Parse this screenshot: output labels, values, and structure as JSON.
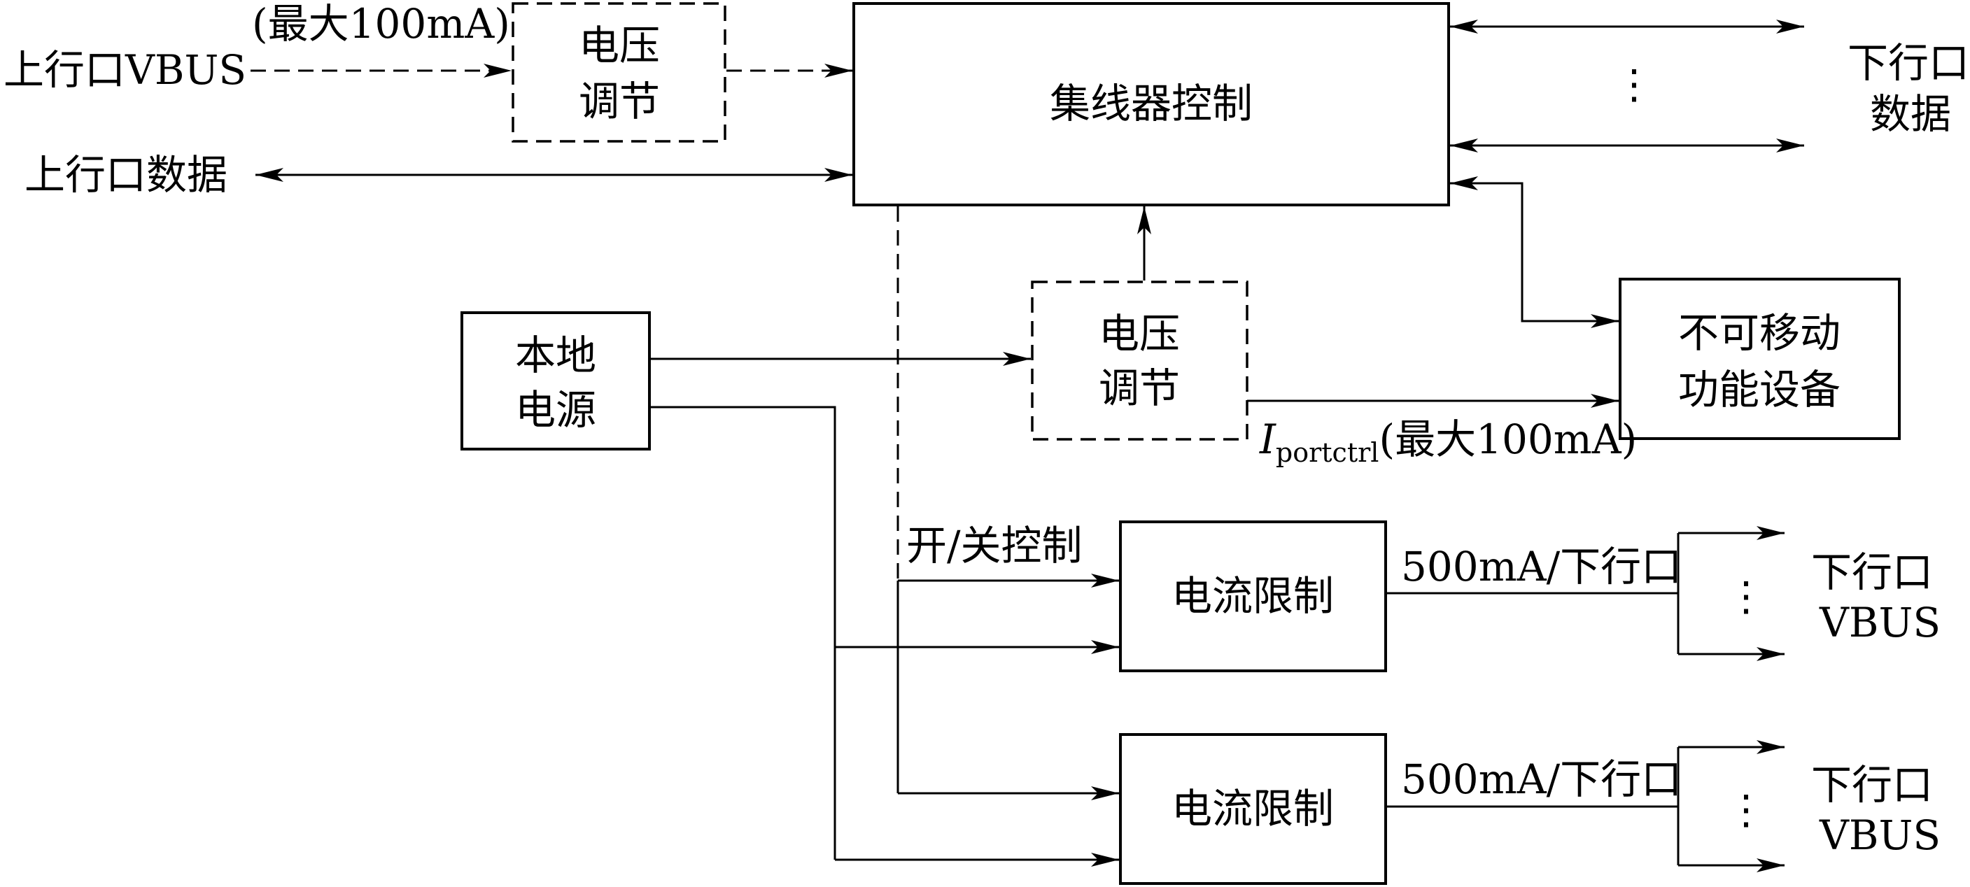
{
  "blocks": {
    "hub_control": "集线器控制",
    "vreg_upstream_l1": "电压",
    "vreg_upstream_l2": "调节",
    "vreg_local_l1": "电压",
    "vreg_local_l2": "调节",
    "local_power_l1": "本地",
    "local_power_l2": "电源",
    "fixed_device_l1": "不可移动",
    "fixed_device_l2": "功能设备",
    "current_limit_1": "电流限制",
    "current_limit_2": "电流限制"
  },
  "labels": {
    "max_100ma_top": "(最大100mA)",
    "upstream_vbus": "上行口VBUS",
    "upstream_data": "上行口数据",
    "downstream_data_l1": "下行口",
    "downstream_data_l2": "数据",
    "iportctrl_symbol": "I",
    "iportctrl_sub": "portctrl",
    "iportctrl_rest": "(最大100mA)",
    "onoff_control": "开/关控制",
    "limit_500ma_1": "500mA/下行口",
    "limit_500ma_2": "500mA/下行口",
    "downstream_vbus1_l1": "下行口",
    "downstream_vbus1_l2": "VBUS",
    "downstream_vbus2_l1": "下行口",
    "downstream_vbus2_l2": "VBUS",
    "ellipsis": "⋮"
  }
}
